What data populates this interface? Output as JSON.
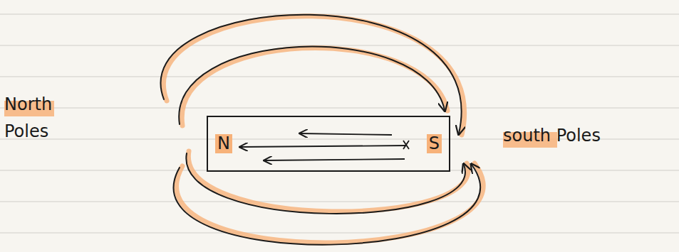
{
  "diagram": {
    "nodes": [
      {
        "text": [
          "N",
          "S"
        ]
      }
    ],
    "labels": [
      "North Poles",
      "south Poles"
    ]
  }
}
